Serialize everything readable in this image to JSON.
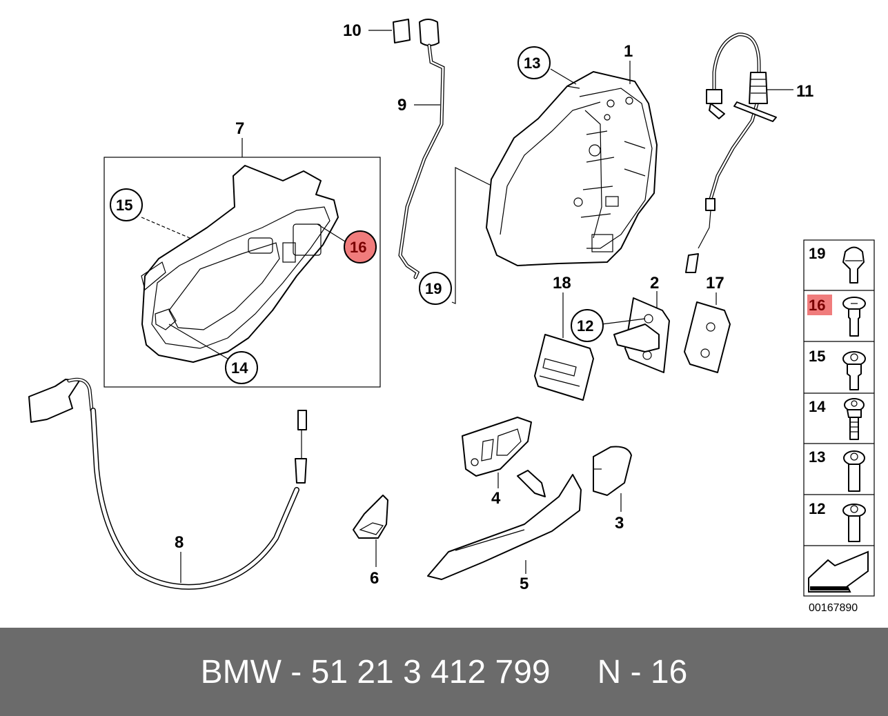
{
  "callouts": {
    "c1": "1",
    "c2": "2",
    "c3": "3",
    "c4": "4",
    "c5": "5",
    "c6": "6",
    "c7": "7",
    "c8": "8",
    "c9": "9",
    "c10": "10",
    "c11": "11",
    "c12": "12",
    "c13": "13",
    "c14": "14",
    "c15": "15",
    "c16": "16",
    "c17": "17",
    "c18": "18",
    "c19": "19"
  },
  "sidebar": {
    "items": [
      "19",
      "16",
      "15",
      "14",
      "13",
      "12"
    ],
    "highlighted": "16",
    "diagram_number": "00167890"
  },
  "highlight_color": "#f07c7c",
  "footer": {
    "part_number": "BMW - 51 21 3 412 799",
    "position": "N - 16"
  }
}
